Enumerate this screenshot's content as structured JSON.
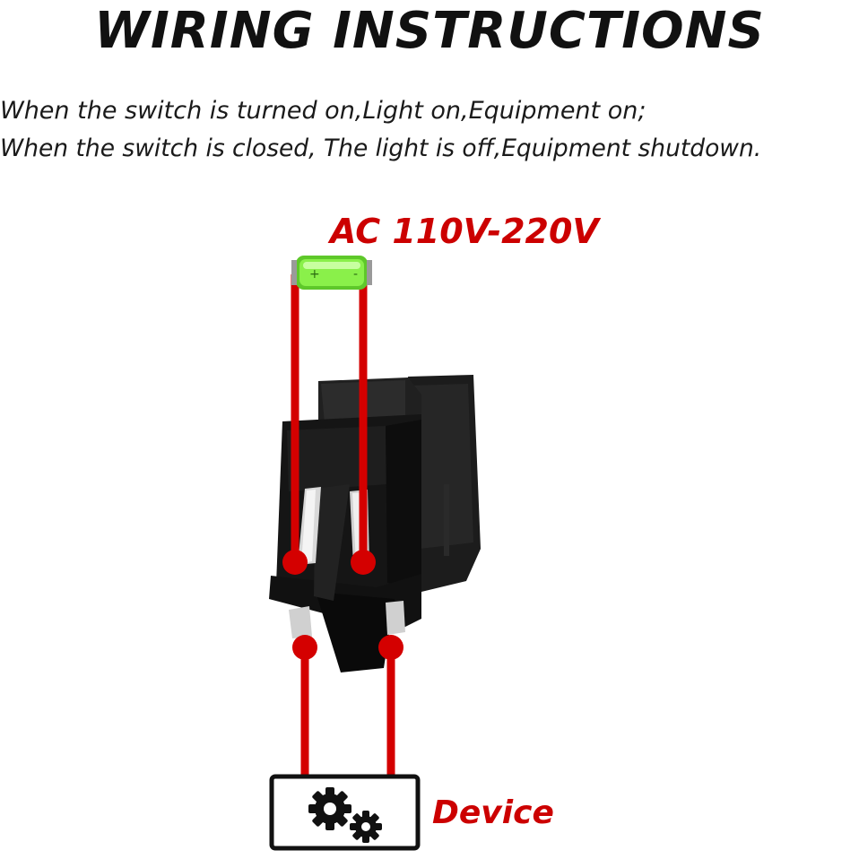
{
  "title": "WIRING INSTRUCTIONS",
  "instructions": {
    "line1": "When the switch is turned on,Light on,Equipment on;",
    "line2": "When the switch is closed, The light is off,Equipment shutdown."
  },
  "diagram": {
    "voltage_label": "AC 110V-220V",
    "battery": {
      "plus": "+",
      "minus": "-"
    },
    "device_label": "Device",
    "device_icon": "gears-icon",
    "switch_icon": "rocker-switch-icon"
  },
  "colors": {
    "wire": "#d40000",
    "label_red": "#cc0000",
    "battery_green": "#7ee83a",
    "switch_body": "#141414"
  }
}
